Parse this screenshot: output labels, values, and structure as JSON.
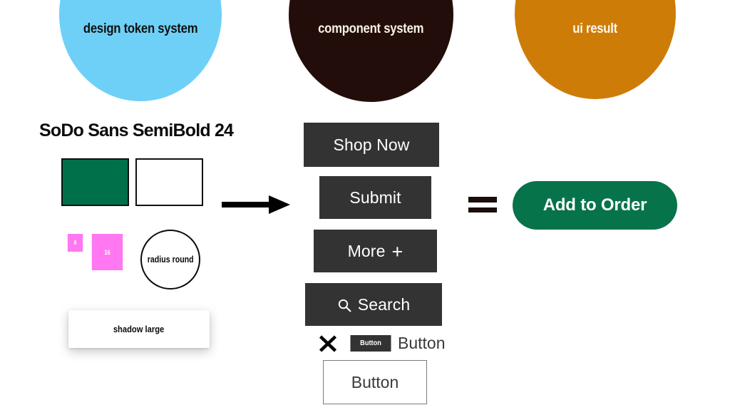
{
  "columns": {
    "design_token_system": {
      "title": "design token system",
      "bg_color": "#6ED0F7",
      "text_color": "#111111",
      "tokens": {
        "typography": "SoDo Sans SemiBold 24",
        "color_swatches": [
          {
            "name": "green",
            "hex": "#00704A"
          },
          {
            "name": "white",
            "hex": "#FFFFFF"
          }
        ],
        "spacing": [
          {
            "label": "8",
            "hex": "#FF78F2"
          },
          {
            "label": "16",
            "hex": "#FF78F2"
          }
        ],
        "radius": "radius round",
        "shadow": "shadow large"
      }
    },
    "component_system": {
      "title": "component system",
      "bg_color": "#230D0A",
      "text_color": "#F7F3E4",
      "components": [
        {
          "label": "Shop Now",
          "style": "dark"
        },
        {
          "label": "Submit",
          "style": "dark"
        },
        {
          "label": "More",
          "style": "dark",
          "trailing_icon": "plus-icon"
        },
        {
          "label": "Search",
          "style": "dark",
          "leading_icon": "search-icon"
        },
        {
          "label": "Button",
          "style": "chip-dark"
        },
        {
          "label": "Button",
          "style": "plain-text"
        },
        {
          "label": "Button",
          "style": "outline"
        }
      ],
      "dark_button_color": "#333333"
    },
    "ui_result": {
      "title": "ui result",
      "bg_color": "#CE7C08",
      "text_color": "#FDF8EC",
      "cta": {
        "label": "Add to Order",
        "bg_color": "#07734B",
        "text_color": "#FFFFFF",
        "shape": "pill"
      }
    }
  },
  "connectors": {
    "arrow": "arrow-right-icon",
    "equals": "equals-icon"
  },
  "icons": {
    "close": "close-x-icon",
    "plus": "+",
    "search": "search-icon"
  }
}
